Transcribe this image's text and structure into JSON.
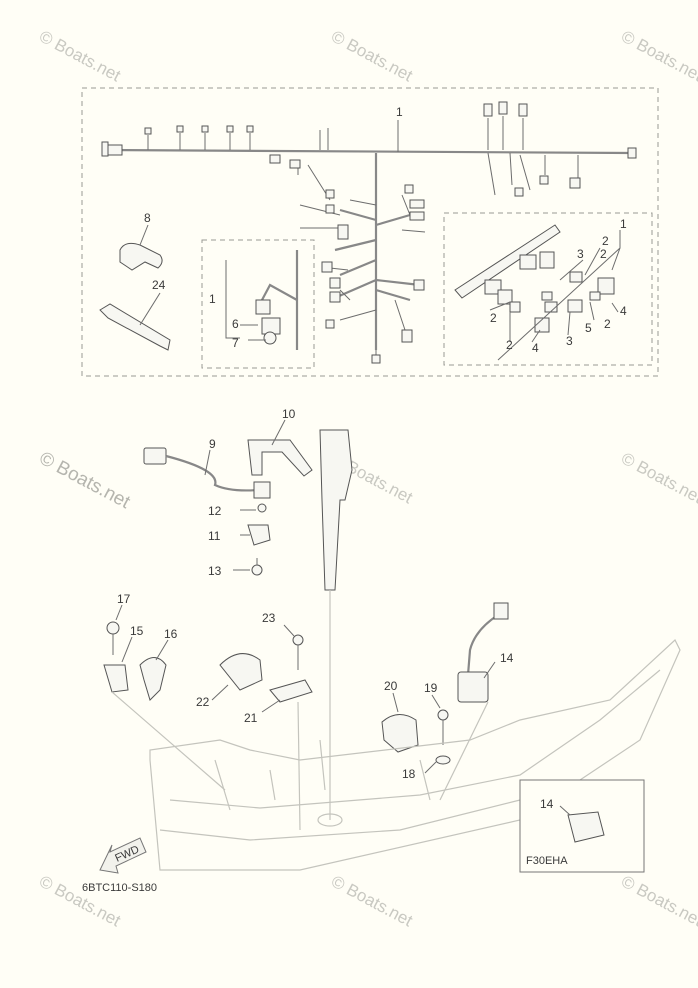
{
  "watermarks": [
    {
      "id": "wm-1",
      "text": "© Boats.net"
    },
    {
      "id": "wm-2",
      "text": "© Boats.net"
    },
    {
      "id": "wm-3",
      "text": "© Boats.net"
    },
    {
      "id": "wm-4",
      "text": "© Boats.net"
    },
    {
      "id": "wm-5",
      "text": "© Boats.net"
    },
    {
      "id": "wm-6",
      "text": "© Boats.net"
    },
    {
      "id": "wm-7",
      "text": "© Boats.net"
    },
    {
      "id": "wm-8",
      "text": "© Boats.net"
    },
    {
      "id": "wm-9",
      "text": "© Boats.net"
    }
  ],
  "callouts": {
    "c1a": "1",
    "c1b": "1",
    "c1c": "1",
    "c2a": "2",
    "c2b": "2",
    "c2c": "2",
    "c2d": "2",
    "c2e": "2",
    "c3a": "3",
    "c3b": "3",
    "c4a": "4",
    "c4b": "4",
    "c5": "5",
    "c6": "6",
    "c7": "7",
    "c8": "8",
    "c9": "9",
    "c10": "10",
    "c11": "11",
    "c12": "12",
    "c13": "13",
    "c14a": "14",
    "c14b": "14",
    "c15": "15",
    "c16": "16",
    "c17": "17",
    "c18": "18",
    "c19": "19",
    "c20": "20",
    "c21": "21",
    "c22": "22",
    "c23": "23",
    "c24": "24"
  },
  "fwd_label": "FWD",
  "diagram_code": "6BTC110-S180",
  "inset_code": "F30EHA"
}
